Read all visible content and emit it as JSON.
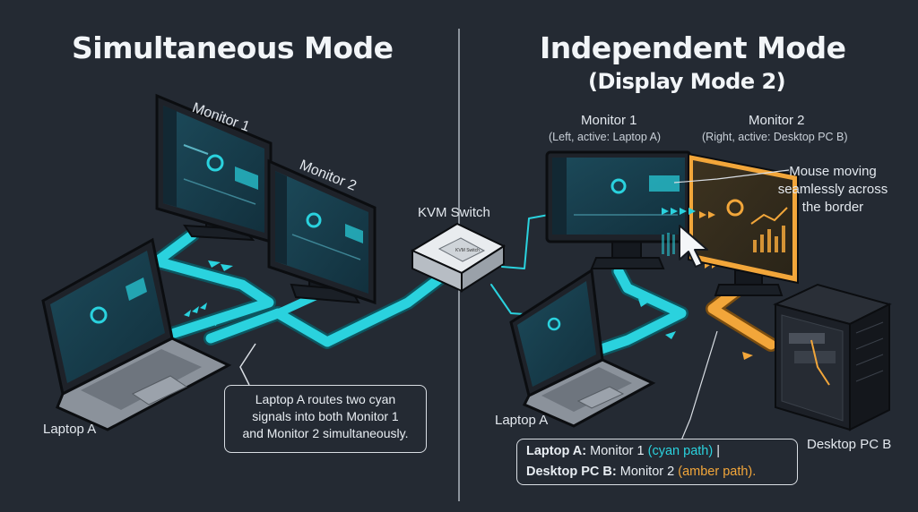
{
  "left": {
    "title": "Simultaneous Mode",
    "monitor1_label": "Monitor 1",
    "monitor2_label": "Monitor 2",
    "laptop_label": "Laptop A",
    "callout": [
      "Laptop A routes two cyan",
      "signals into both Monitor 1",
      "and Monitor 2 simultaneously."
    ]
  },
  "center": {
    "kvm_label": "KVM Switch",
    "kvm_brand": "KVM Switch"
  },
  "right": {
    "title": "Independent Mode",
    "subtitle": "(Display Mode 2)",
    "monitor1_label": "Monitor 1",
    "monitor1_sub": "(Left, active: Laptop A)",
    "monitor2_label": "Monitor 2",
    "monitor2_sub": "(Right, active: Desktop PC B)",
    "mouse_note": [
      "Mouse moving",
      "seamlessly across",
      "the border"
    ],
    "laptop_label": "Laptop A",
    "desktop_label": "Desktop PC B",
    "legend": {
      "line1_bold": "Laptop A:",
      "line1_text": "Monitor 1",
      "line1_color_text": "(cyan path)",
      "line1_sep": "|",
      "line2_bold": "Desktop PC B:",
      "line2_text": "Monitor 2",
      "line2_color_text": "(amber path)."
    }
  },
  "colors": {
    "background": "#242a33",
    "cyan": "#2ad2de",
    "amber": "#f2a63a",
    "screen": "#173544"
  }
}
